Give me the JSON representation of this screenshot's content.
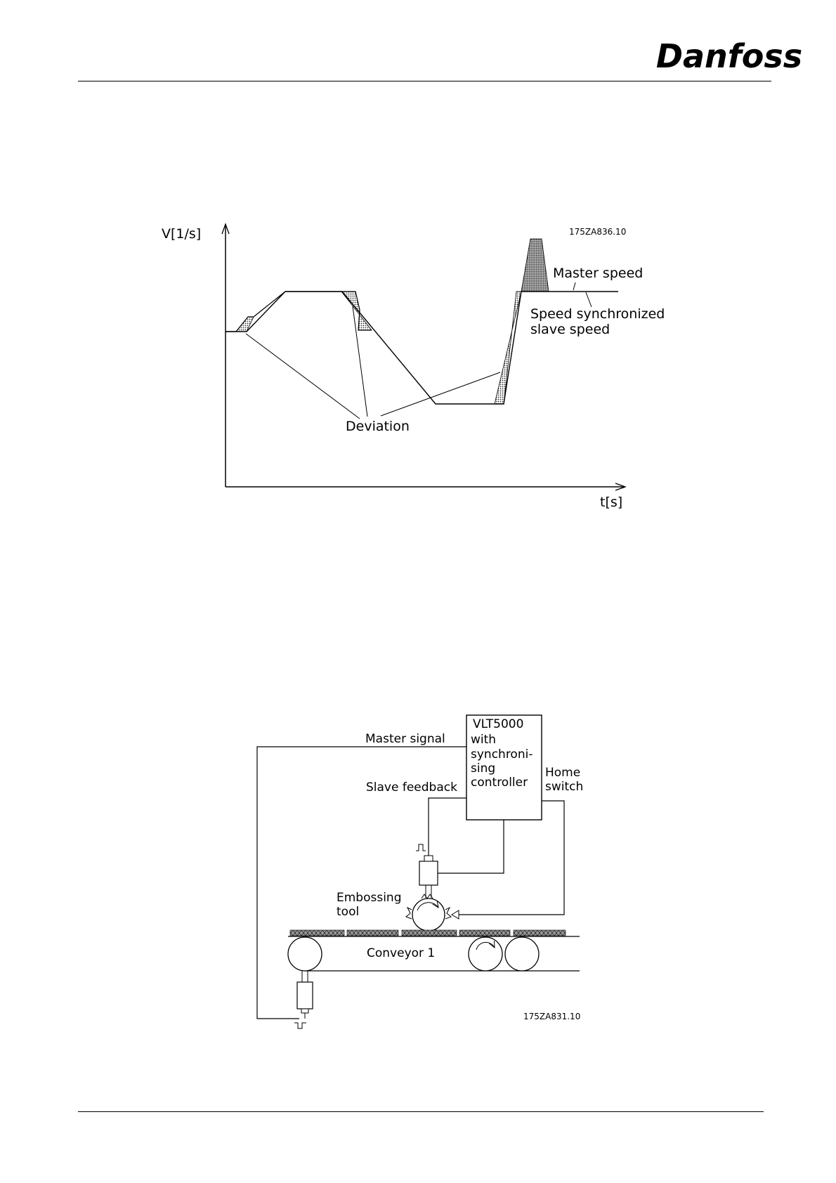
{
  "header": {
    "logo_text": "Danfoss"
  },
  "chart": {
    "y_axis_label": "V[1/s]",
    "x_axis_label": "t[s]",
    "figure_code": "175ZA836.10",
    "label_master": "Master speed",
    "label_slave_line1": "Speed synchronized",
    "label_slave_line2": "slave speed",
    "label_deviation": "Deviation"
  },
  "system": {
    "unit_title": "VLT5000",
    "unit_line1": "with",
    "unit_line2": "synchroni-",
    "unit_line3": "sing",
    "unit_line4": "controller",
    "label_master_signal": "Master signal",
    "label_slave_feedback": "Slave feedback",
    "label_home_line1": "Home",
    "label_home_line2": "switch",
    "label_tool_line1": "Embossing",
    "label_tool_line2": "tool",
    "label_conveyor": "Conveyor 1",
    "figure_code": "175ZA831.10"
  }
}
